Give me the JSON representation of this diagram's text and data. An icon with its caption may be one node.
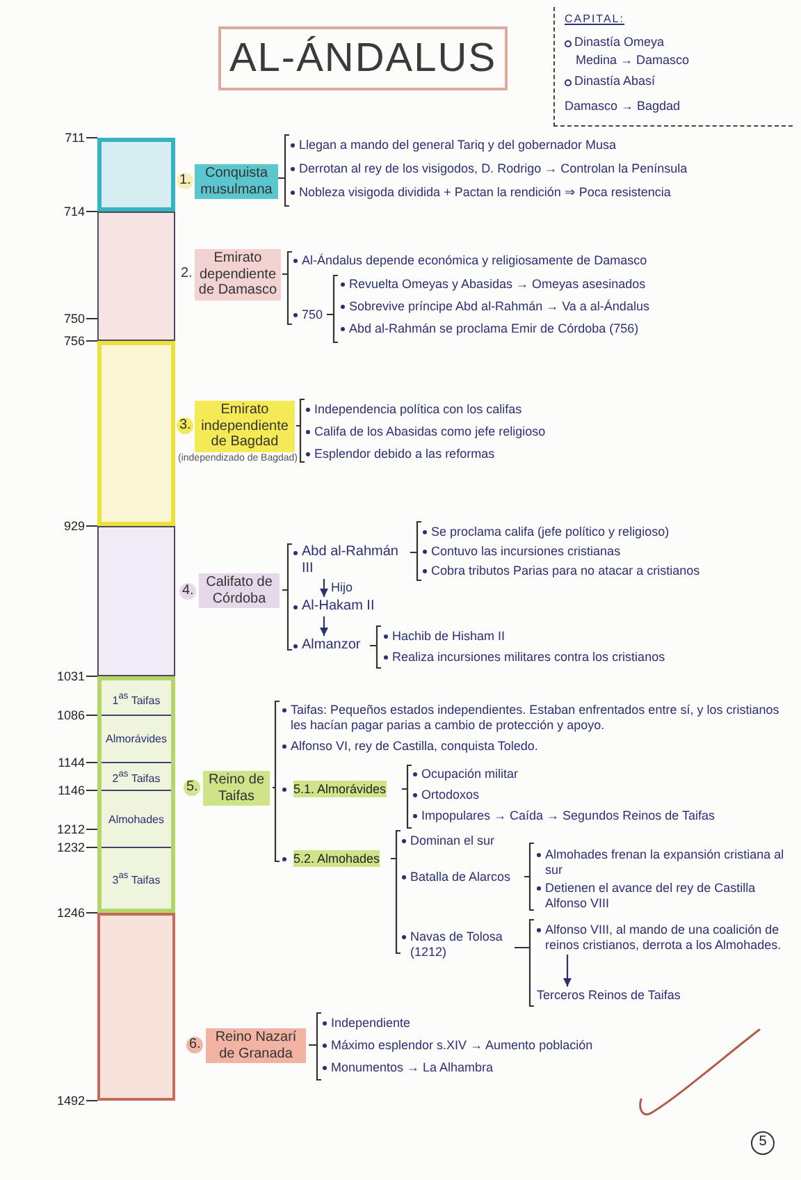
{
  "diagram": {
    "title": "AL-ÁNDALUS",
    "nodes": [
      {
        "text": [
          "CAPITAL:",
          "Dinastía Omeya",
          "Medina → Damasco",
          "Dinastía Abasí",
          "Damasco → Bagdad"
        ]
      },
      {
        "text": [],
        "shape": "box",
        "beside": [
          "711"
        ]
      },
      {
        "text": [],
        "shape": "box",
        "beside": [
          "714",
          "750"
        ]
      },
      {
        "text": [],
        "shape": "box",
        "beside": [
          "756"
        ]
      },
      {
        "text": [],
        "shape": "box",
        "beside": [
          "929"
        ]
      },
      {
        "text": [],
        "shape": "box",
        "beside": [
          "1031"
        ]
      },
      {
        "text": [
          "1$^{as}$ Taifas"
        ],
        "in": 5
      },
      {
        "text": [
          "Almorávides"
        ],
        "in": 5,
        "beside": [
          "1086"
        ]
      },
      {
        "text": [
          "2$^{as}$ Taifas"
        ],
        "in": 5,
        "beside": [
          "1144"
        ]
      },
      {
        "text": [
          "Almohades"
        ],
        "in": 5,
        "beside": [
          "1146",
          "1212"
        ]
      },
      {
        "text": [
          "3$^{as}$ Taifas"
        ],
        "in": 5,
        "beside": [
          "1232"
        ]
      },
      {
        "text": [],
        "shape": "box",
        "beside": [
          "1246",
          "1492"
        ]
      },
      {
        "text": [
          "Conquista musulmana"
        ],
        "beside": [
          "1."
        ]
      },
      {
        "text": [
          "Llegan a mando del general Tariq y del gobernador Musa"
        ]
      },
      {
        "text": [
          "Derrotan al rey de los visigodos, D. Rodrigo → Controlan la Península"
        ]
      },
      {
        "text": [
          "Nobleza visigoda dividida + Pactan la rendición ⇒ Poca resistencia"
        ]
      },
      {
        "text": [
          "Emirato dependiente de Damasco"
        ],
        "beside": [
          "2."
        ]
      },
      {
        "text": [
          "Al-Ándalus depende económica y religiosamente de Damasco"
        ]
      },
      {
        "text": [
          "750"
        ]
      },
      {
        "text": [
          "Revuelta Omeyas y Abasidas → Omeyas asesinados"
        ]
      },
      {
        "text": [
          "Sobrevive príncipe Abd al-Rahmán → Va a al-Ándalus"
        ]
      },
      {
        "text": [
          "Abd al-Rahmán se proclama Emir de Córdoba (756)"
        ]
      },
      {
        "text": [
          "Emirato independiente de Bagdad"
        ],
        "beside": [
          "3.",
          "(independizado de Bagdad)"
        ]
      },
      {
        "text": [
          "Independencia política con los califas"
        ]
      },
      {
        "text": [
          "Califa de los Abasidas como jefe religioso"
        ]
      },
      {
        "text": [
          "Esplendor debido a las reformas"
        ]
      },
      {
        "text": [
          "Califato de Córdoba"
        ],
        "beside": [
          "4."
        ]
      },
      {
        "text": [
          "Abd al-Rahmán III"
        ]
      },
      {
        "text": [
          "Se proclama califa (jefe político y religioso)"
        ]
      },
      {
        "text": [
          "Contuvo las incursiones cristianas"
        ]
      },
      {
        "text": [
          "Cobra tributos Parias para no atacar a cristianos"
        ]
      },
      {
        "text": [
          "Al-Hakam II"
        ]
      },
      {
        "text": [
          "Almanzor"
        ]
      },
      {
        "text": [
          "Hachib de Hisham II"
        ]
      },
      {
        "text": [
          "Realiza incursiones militares contra los cristianos"
        ]
      },
      {
        "text": [
          "Reino de Taifas"
        ],
        "beside": [
          "5."
        ]
      },
      {
        "text": [
          "Taifas: Pequeños estados independientes. Estaban enfrentados entre sí, y los cristianos les hacían pagar parias a cambio de protección y apoyo."
        ]
      },
      {
        "text": [
          "Alfonso VI, rey de Castilla, conquista Toledo."
        ]
      },
      {
        "text": [
          "5.1. Almorávides"
        ]
      },
      {
        "text": [
          "Ocupación militar"
        ]
      },
      {
        "text": [
          "Ortodoxos"
        ]
      },
      {
        "text": [
          "Impopulares → Caída → Segundos Reinos de Taifas"
        ]
      },
      {
        "text": [
          "5.2. Almohades"
        ]
      },
      {
        "text": [
          "Dominan el sur"
        ]
      },
      {
        "text": [
          "Batalla de Alarcos"
        ]
      },
      {
        "text": [
          "Almohades frenan la expansión cristiana al sur"
        ]
      },
      {
        "text": [
          "Detienen el avance del rey de Castilla Alfonso VIII"
        ]
      },
      {
        "text": [
          "Navas de Tolosa (1212)"
        ]
      },
      {
        "text": [
          "Alfonso VIII, al mando de una coalición de reinos cristianos, derrota a los Almohades."
        ]
      },
      {
        "text": [
          "Terceros Reinos de Taifas"
        ]
      },
      {
        "text": [
          "Reino Nazarí de Granada"
        ],
        "beside": [
          "6."
        ]
      },
      {
        "text": [
          "Independiente"
        ]
      },
      {
        "text": [
          "Máximo esplendor s.XIV → Aumento población"
        ]
      },
      {
        "text": [
          "Monumentos → La Alhambra"
        ]
      },
      {
        "text": [
          "5"
        ]
      }
    ],
    "edges": [
      {
        "from": 27,
        "to": 31,
        "arrow": "to",
        "label": "Hijo"
      },
      {
        "from": 31,
        "to": 32,
        "arrow": "to"
      },
      {
        "from": 48,
        "to": 49,
        "arrow": "to"
      }
    ]
  }
}
